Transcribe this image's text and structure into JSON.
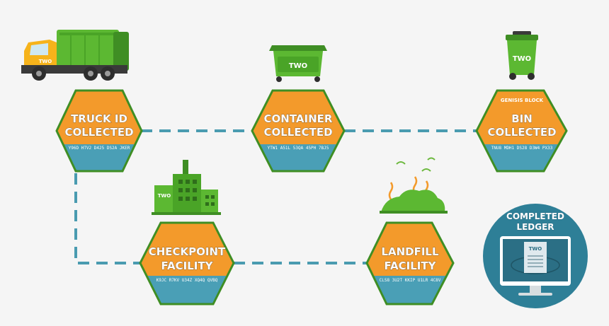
{
  "brand": "TWO",
  "nodes": {
    "truck": {
      "title_line1": "TRUCK ID",
      "title_line2": "COLLECTED",
      "code": "Y96D HTV2 D425 DS2A JKER"
    },
    "container": {
      "title_line1": "CONTAINER",
      "title_line2": "COLLECTED",
      "code": "YTW1 A51L 53QA 45PH 7BJ5"
    },
    "bin": {
      "badge": "GENISIS BLOCK",
      "title_line1": "BIN",
      "title_line2": "COLLECTED",
      "code": "TNU8 MDH1 DS28 D3W4 PX33"
    },
    "checkpoint": {
      "title_line1": "CHECKPOINT",
      "title_line2": "FACILITY",
      "code": "K9JC R7KV U34Z XQ4Q QVBQ"
    },
    "landfill": {
      "title_line1": "LANDFILL",
      "title_line2": "FACILITY",
      "code": "CLS8 3U2T KKIP U1LR 4C8V"
    }
  },
  "ledger": {
    "title_line1": "COMPLETED",
    "title_line2": "LEDGER",
    "doc_label": "TWO"
  },
  "colors": {
    "hex_orange": "#f39a2b",
    "hex_teal": "#4a9fb6",
    "connector": "#4a9bb0",
    "green": "#5cb832",
    "dark_green": "#3f8e24",
    "truck_yellow": "#f6b31b",
    "ledger_circle": "#2e7f97",
    "background": "#f5f5f5"
  },
  "icons": [
    "garbage-truck-icon",
    "dumpster-icon",
    "wheelie-bin-icon",
    "factory-icon",
    "landfill-icon",
    "monitor-document-icon"
  ]
}
